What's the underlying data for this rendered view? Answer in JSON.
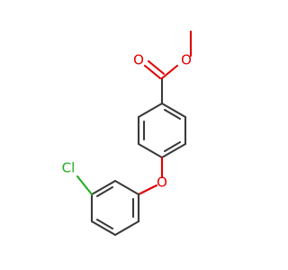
{
  "molecule": {
    "atom_labels": {
      "carbonyl_oxygen": "O",
      "ester_oxygen": "O",
      "ether_oxygen": "O",
      "chlorine": "Cl"
    },
    "colors": {
      "bond": "#3a3a3a",
      "oxygen": "#e00000",
      "chlorine": "#1fb01f",
      "background": "#ffffff"
    }
  }
}
